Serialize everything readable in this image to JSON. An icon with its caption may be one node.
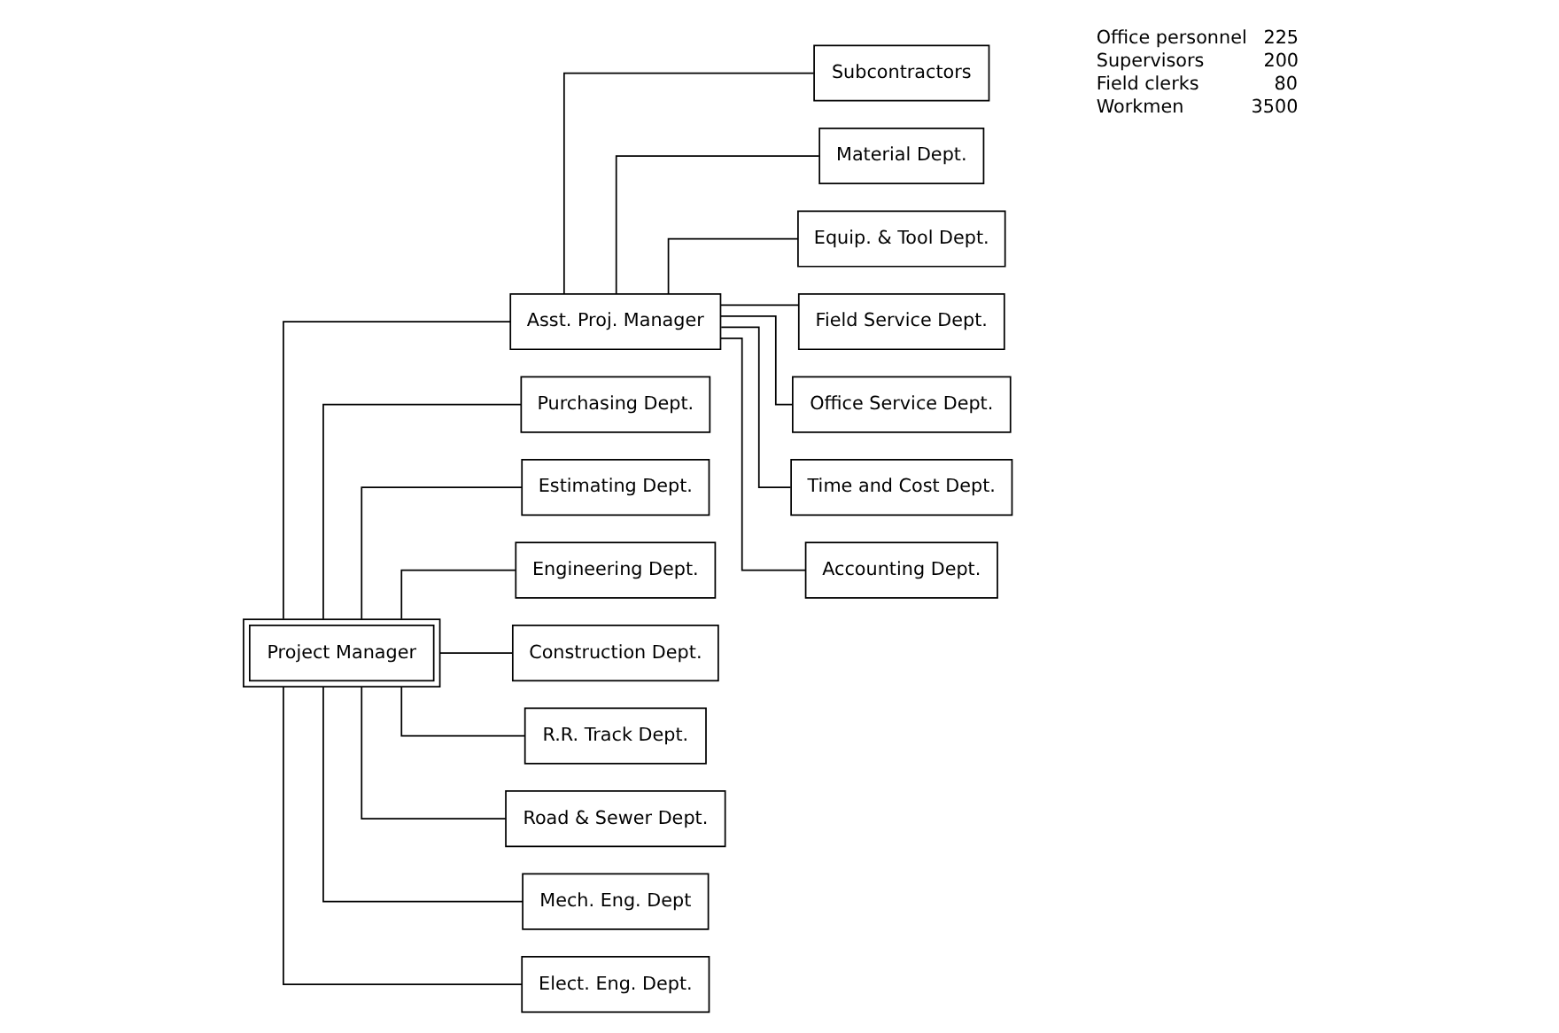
{
  "diagram": {
    "nodes": [
      {
        "text": [
          "Project Manager"
        ]
      },
      {
        "text": [
          "Asst. Proj. Manager"
        ]
      },
      {
        "text": [
          "Subcontractors"
        ]
      },
      {
        "text": [
          "Purchasing Dept."
        ]
      },
      {
        "text": [
          "Estimating Dept."
        ]
      },
      {
        "text": [
          "Engineering Dept."
        ]
      },
      {
        "text": [
          "Construction Dept."
        ]
      },
      {
        "text": [
          "R.R. Track Dept."
        ]
      },
      {
        "text": [
          "Road & Sewer Dept."
        ]
      },
      {
        "text": [
          "Mech. Eng. Dept"
        ]
      },
      {
        "text": [
          "Elect. Eng. Dept."
        ]
      },
      {
        "text": [
          "Material Dept."
        ]
      },
      {
        "text": [
          "Equip. & Tool Dept."
        ]
      },
      {
        "text": [
          "Field Service Dept."
        ]
      },
      {
        "text": [
          "Office Service Dept."
        ]
      },
      {
        "text": [
          "Time and Cost Dept."
        ]
      },
      {
        "text": [
          "Accounting Dept."
        ]
      }
    ],
    "edges": [
      {
        "from": 0,
        "to": 1,
        "arrow": "none"
      },
      {
        "from": 1,
        "to": 2,
        "arrow": "none"
      },
      {
        "from": 0,
        "to": 3,
        "arrow": "none"
      },
      {
        "from": 0,
        "to": 4,
        "arrow": "none"
      },
      {
        "from": 0,
        "to": 5,
        "arrow": "none"
      },
      {
        "from": 0,
        "to": 6,
        "arrow": "none"
      },
      {
        "from": 0,
        "to": 7,
        "arrow": "none"
      },
      {
        "from": 0,
        "to": 8,
        "arrow": "none"
      },
      {
        "from": 0,
        "to": 9,
        "arrow": "none"
      },
      {
        "from": 0,
        "to": 10,
        "arrow": "none"
      },
      {
        "from": 1,
        "to": 11,
        "arrow": "none"
      },
      {
        "from": 1,
        "to": 12,
        "arrow": "none"
      },
      {
        "from": 1,
        "to": 13,
        "arrow": "none"
      },
      {
        "from": 1,
        "to": 14,
        "arrow": "none"
      },
      {
        "from": 1,
        "to": 15,
        "arrow": "none"
      },
      {
        "from": 1,
        "to": 16,
        "arrow": "none"
      }
    ],
    "labels": [
      "Office personnel",
      "225",
      "Supervisors",
      "200",
      "Field clerks",
      "80",
      "Workmen",
      "3500"
    ]
  }
}
